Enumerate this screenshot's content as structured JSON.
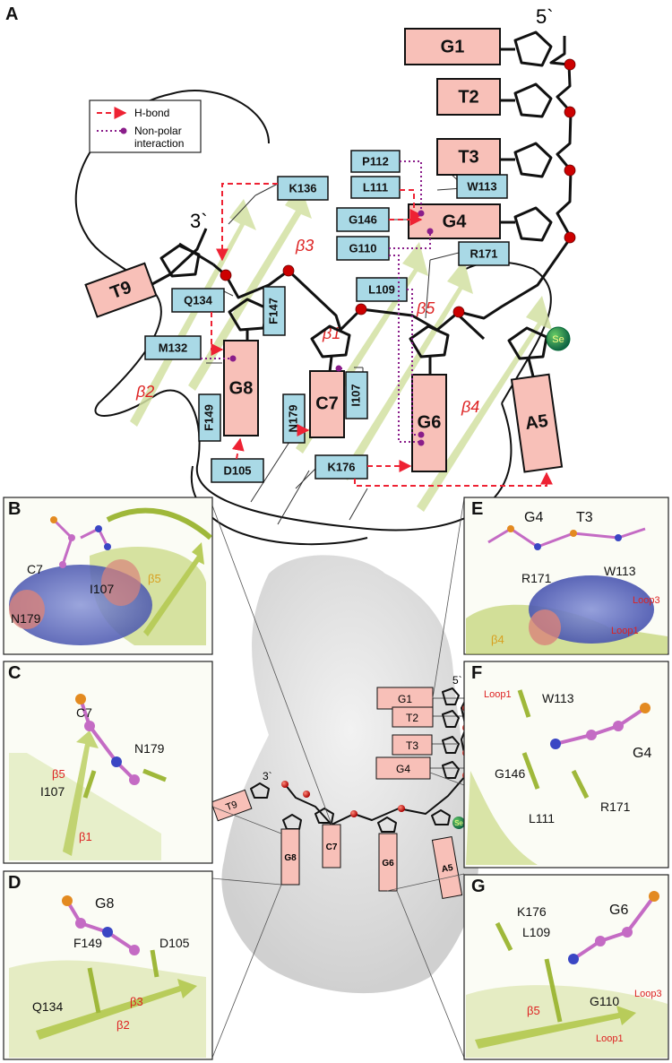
{
  "panels": {
    "a": "A",
    "b": "B",
    "c": "C",
    "d": "D",
    "e": "E",
    "f": "F",
    "g": "G"
  },
  "strand_ends": {
    "five_prime": "5`",
    "three_prime": "3`"
  },
  "nucleotides": {
    "g1": "G1",
    "t2": "T2",
    "t3": "T3",
    "g4": "G4",
    "a5": "A5",
    "g6": "G6",
    "c7": "C7",
    "g8": "G8",
    "t9": "T9"
  },
  "selenium": "Se",
  "residues": {
    "k136": "K136",
    "g146": "G146",
    "p112": "P112",
    "l111": "L111",
    "w113": "W113",
    "g110": "G110",
    "r171": "R171",
    "q134": "Q134",
    "f147": "F147",
    "m132": "M132",
    "l109": "L109",
    "i107": "I107",
    "n179": "N179",
    "f149": "F149",
    "d105": "D105",
    "k176": "K176"
  },
  "strands": {
    "b1": "β1",
    "b2": "β2",
    "b3": "β3",
    "b4": "β4",
    "b5": "β5"
  },
  "legend": {
    "hbond": "H-bond",
    "nonpolar_1": "Non-polar",
    "nonpolar_2": "interaction"
  },
  "panel_b": {
    "c7": "C7",
    "i107": "I107",
    "n179": "N179",
    "b5": "β5"
  },
  "panel_c": {
    "c7": "C7",
    "n179": "N179",
    "i107": "I107",
    "b5": "β5",
    "b1": "β1"
  },
  "panel_d": {
    "g8": "G8",
    "f149": "F149",
    "d105": "D105",
    "q134": "Q134",
    "b3": "β3",
    "b2": "β2"
  },
  "panel_e": {
    "g4": "G4",
    "t3": "T3",
    "r171": "R171",
    "w113": "W113",
    "loop3": "Loop3",
    "loop1": "Loop1",
    "b4": "β4"
  },
  "panel_f": {
    "loop1": "Loop1",
    "w113": "W113",
    "g4": "G4",
    "g146": "G146",
    "l111": "L111",
    "r171": "R171"
  },
  "panel_g": {
    "k176": "K176",
    "g6": "G6",
    "l109": "L109",
    "g110": "G110",
    "loop3": "Loop3",
    "b5": "β5",
    "loop1": "Loop1"
  },
  "center": {
    "g1": "G1",
    "t2": "T2",
    "t3": "T3",
    "g4": "G4",
    "t9": "T9",
    "g8": "G8",
    "c7": "C7",
    "g6": "G6",
    "a5": "A5",
    "five_prime": "5`",
    "three_prime": "3`",
    "se": "Se"
  },
  "colors": {
    "nucleotide_fill": "#f8c0b8",
    "residue_fill": "#a9d9e6",
    "hbond": "#e23333",
    "nonpolar": "#8a1d8a",
    "strand": "#d2e0a2",
    "phosphate": "#cc0000",
    "selenium": "#2a8a2a"
  }
}
